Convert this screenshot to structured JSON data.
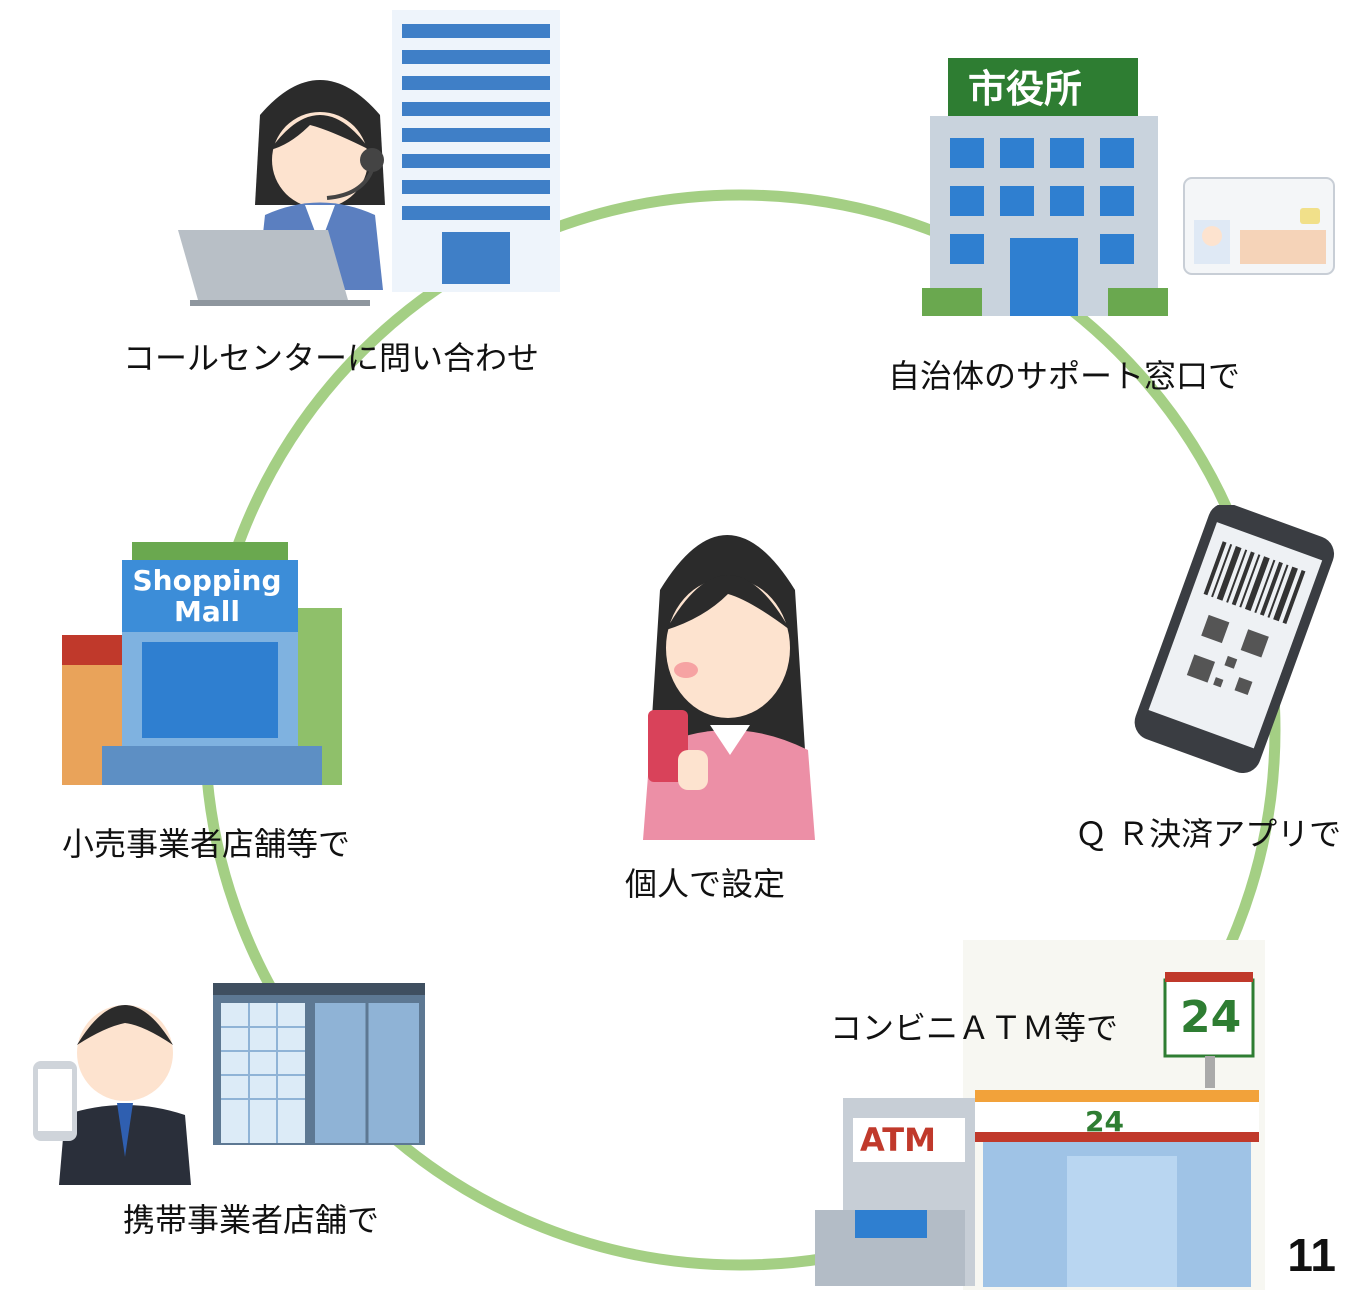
{
  "center": {
    "label": "個人で設定"
  },
  "nodes": {
    "call_center": {
      "label": "コールセンターに問い合わせ"
    },
    "city_hall": {
      "label": "自治体のサポート窓口で",
      "sign": "市役所"
    },
    "qr_app": {
      "label": "Ｑ Ｒ決済アプリで"
    },
    "convenience_store": {
      "label": "コンビニＡＴＭ等で",
      "sign_24": "24",
      "atm_sign": "ATM"
    },
    "mobile_shop": {
      "label": "携帯事業者店舗で"
    },
    "retail_store": {
      "label": "小売事業者店舗等で",
      "mall_sign": "Shopping Mall"
    }
  },
  "page_number": "11",
  "colors": {
    "ring": "#a4cf84",
    "accent_green": "#2e7d32",
    "pink": "#ec8fa6",
    "blue": "#2f7fd0"
  }
}
